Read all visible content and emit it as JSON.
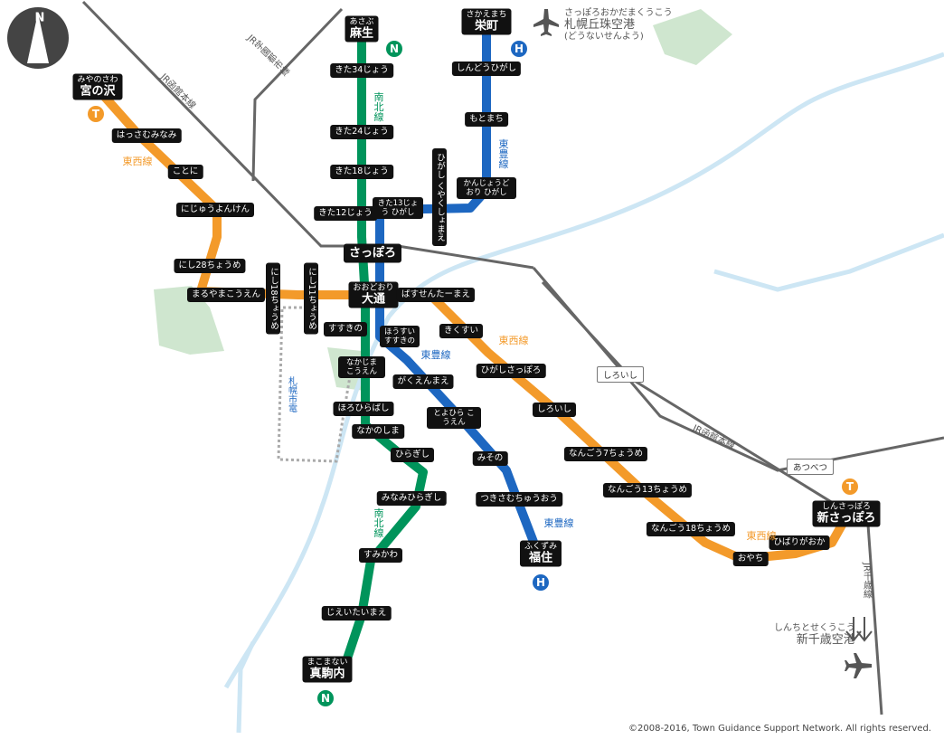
{
  "colors": {
    "nanboku": "#00945b",
    "toho": "#1d67c1",
    "tozai": "#f39a2a",
    "jr": "#666666",
    "tram": "#aaaaaa",
    "river": "#cde6f4",
    "park": "#cfe6cf"
  },
  "compass_label": "N",
  "stations": {
    "miyanosawa": {
      "kana": "みやのさわ",
      "name": "宮の沢"
    },
    "hassamu_minami": "はっさむみなみ",
    "kotoni": "ことに",
    "nijuyonken": "にじゅうよんけん",
    "nishi28": "にし28ちょうめ",
    "maruyama": "まるやまこうえん",
    "nishi18": "にし18ちょうめ",
    "nishi11": "にし11ちょうめ",
    "odori": {
      "kana": "おおどおり",
      "name": "大通"
    },
    "bus_center": "ばすせんたーまえ",
    "kikusui": "きくすい",
    "higashi_sapporo": "ひがしさっぽろ",
    "shiroishi": "しろいし",
    "nango7": "なんごう7ちょうめ",
    "nango13": "なんごう13ちょうめ",
    "nango18": "なんごう18ちょうめ",
    "oyachi": "おやち",
    "hibarigaoka": "ひばりがおか",
    "shin_sapporo": {
      "kana": "しんさっぽろ",
      "name": "新さっぽろ"
    },
    "asabu": {
      "kana": "あさぶ",
      "name": "麻生"
    },
    "kita34": "きた34じょう",
    "kita24": "きた24じょう",
    "kita18": "きた18じょう",
    "kita12": "きた12じょう",
    "sapporo": "さっぽろ",
    "susukino": "すすきの",
    "nakajima": "なかじま こうえん",
    "horohirabashi": "ほろひらばし",
    "nakanoshima": "なかのしま",
    "hiragishi": "ひらぎし",
    "minami_hiragishi": "みなみひらぎし",
    "sumikawa": "すみかわ",
    "jieitai": "じえいたいまえ",
    "makomanai": {
      "kana": "まこまない",
      "name": "真駒内"
    },
    "sakaemachi": {
      "kana": "さかえまち",
      "name": "栄町"
    },
    "shindo": "しんどうひがし",
    "motomachi": "もとまち",
    "kanjo_dori": "かんじょうどおり ひがし",
    "higashi_kuyakusho": "ひがし くやくしょまえ",
    "kita13": "きた13じょう ひがし",
    "hosui": "ほうすい すすきの",
    "gakuen": "がくえんまえ",
    "toyohira": "とよひら こうえん",
    "misono": "みその",
    "tsukisamu": "つきさむちゅうおう",
    "fukuzumi": {
      "kana": "ふくずみ",
      "name": "福住"
    }
  },
  "line_labels": {
    "tozai_1": "東西線",
    "tozai_2": "東西線",
    "tozai_3": "東西線",
    "nanboku_1": "南北線",
    "nanboku_2": "南北線",
    "toho_1": "東豊線",
    "toho_2": "東豊線",
    "toho_3": "東豊線",
    "jr_hakodate_1": "JR函館本線",
    "jr_hakodate_2": "JR函館本線",
    "jr_gakuentoshi": "JR学園都市線",
    "jr_chitose": "JR千歳線",
    "tram": "札幌市電"
  },
  "badges": {
    "T": "T",
    "N": "N",
    "H": "H"
  },
  "jr_stations": {
    "shiroishi": "しろいし",
    "atsubetsu": "あつべつ"
  },
  "airports": {
    "okadama_kana": "さっぽろおかだまくうこう",
    "okadama_name": "札幌丘珠空港",
    "okadama_note": "(どうないせんよう)",
    "chitose_kana": "しんちとせくうこう",
    "chitose_name": "新千歳空港"
  },
  "copyright": "©2008-2016, Town Guidance Support Network. All rights reserved."
}
